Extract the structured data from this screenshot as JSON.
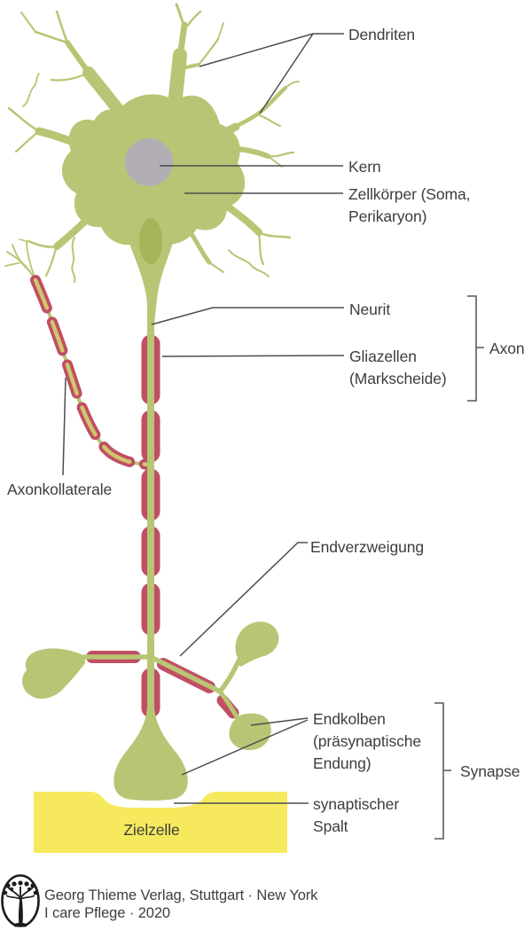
{
  "labels": {
    "dendriten": "Dendriten",
    "kern": "Kern",
    "zellkoerper": "Zellkörper (Soma,\nPerikaryon)",
    "neurit": "Neurit",
    "gliazellen": "Gliazellen\n(Markscheide)",
    "axon": "Axon",
    "axonkollaterale": "Axonkollaterale",
    "endverzweigung": "Endverzweigung",
    "endkolben": "Endkolben\n(präsynaptische\nEndung)",
    "synaptischer_spalt": "synaptischer\nSpalt",
    "synapse": "Synapse",
    "zielzelle": "Zielzelle"
  },
  "footer": {
    "publisher": "Georg Thieme Verlag, Stuttgart · New York",
    "source": "I care Pflege · 2020"
  },
  "icons": {
    "logo": "thieme-tree-logo"
  },
  "colors": {
    "cell_green": "#b7c674",
    "axon_hillock_green": "#a5b158",
    "nucleus_gray": "#b2aeb4",
    "myelin_red": "#c04f63",
    "myelin_core_tan": "#cfc76e",
    "target_cell_yellow": "#f6e95e",
    "label_text": "#3d3d3d",
    "leader_line": "#4d4d4d"
  }
}
